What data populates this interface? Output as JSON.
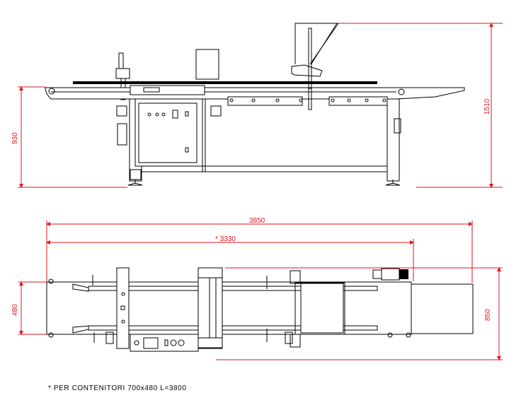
{
  "drawing": {
    "front_view": {
      "dimensions": {
        "height_total": "1510",
        "height_belt": "930"
      }
    },
    "top_view": {
      "dimensions": {
        "length_total": "3850",
        "length_container": "* 3330",
        "belt_width": "480",
        "width_total": "850"
      }
    },
    "note": "* PER CONTENITORI 700x480 L=3800",
    "colors": {
      "dimension": "#e0141e",
      "lines": "#000000"
    }
  }
}
